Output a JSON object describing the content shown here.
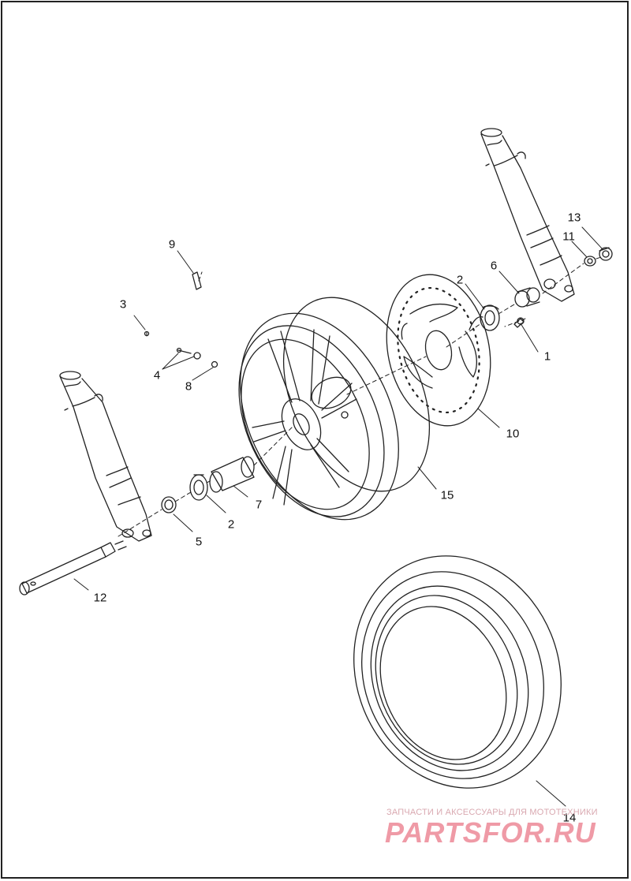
{
  "diagram": {
    "callouts": [
      {
        "id": "c1",
        "text": "1"
      },
      {
        "id": "c2a",
        "text": "2"
      },
      {
        "id": "c2b",
        "text": "2"
      },
      {
        "id": "c3",
        "text": "3"
      },
      {
        "id": "c4",
        "text": "4"
      },
      {
        "id": "c5",
        "text": "5"
      },
      {
        "id": "c6",
        "text": "6"
      },
      {
        "id": "c7",
        "text": "7"
      },
      {
        "id": "c8",
        "text": "8"
      },
      {
        "id": "c9",
        "text": "9"
      },
      {
        "id": "c10",
        "text": "10"
      },
      {
        "id": "c11",
        "text": "11"
      },
      {
        "id": "c12",
        "text": "12"
      },
      {
        "id": "c13",
        "text": "13"
      },
      {
        "id": "c14",
        "text": "14"
      },
      {
        "id": "c15",
        "text": "15"
      }
    ]
  },
  "watermark": {
    "tagline": "ЗАПЧАСТИ И АКСЕССУАРЫ ДЛЯ МОТОТЕХНИКИ",
    "brand": "PARTSFOR.RU"
  },
  "colors": {
    "line": "#222222",
    "watermark": "#ef9aa6"
  }
}
